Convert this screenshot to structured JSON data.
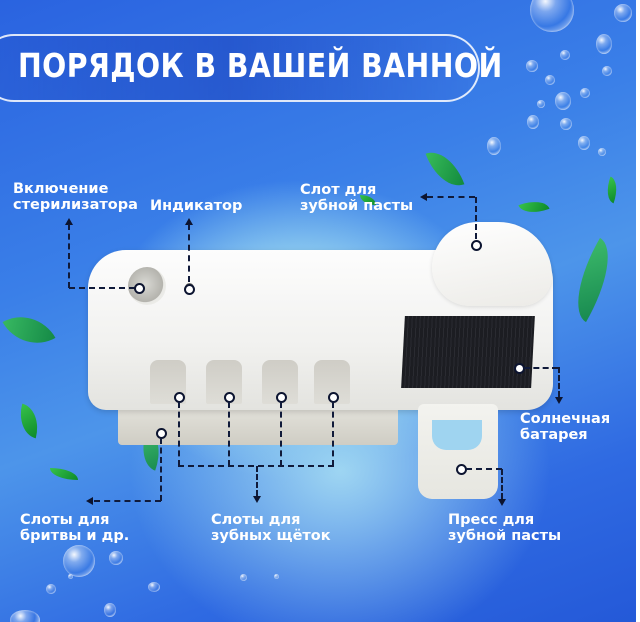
{
  "header": {
    "title": "ПОРЯДОК В ВАШЕЙ ВАННОЙ"
  },
  "callouts": {
    "sterilizer_switch": {
      "line1": "Включение",
      "line2": "стерилизатора"
    },
    "indicator": {
      "line1": "Индикатор"
    },
    "toothpaste_slot": {
      "line1": "Слот для",
      "line2": "зубной пасты"
    },
    "solar_battery": {
      "line1": "Солнечная",
      "line2": "батарея"
    },
    "razor_slots": {
      "line1": "Слоты для",
      "line2": "бритвы и др."
    },
    "toothbrush_slots": {
      "line1": "Слоты для",
      "line2": "зубных щёток"
    },
    "toothpaste_press": {
      "line1": "Пресс для",
      "line2": "зубной пасты"
    }
  },
  "product": {
    "name": "toothbrush holder sterilizer",
    "toothbrush_slot_count": 4
  },
  "colors": {
    "background_blue": "#2a63e0",
    "highlight_cyan": "#bfe6f7",
    "text": "#ffffff",
    "leader_line": "#101a3a",
    "leaf_green": "#1fa53a"
  }
}
